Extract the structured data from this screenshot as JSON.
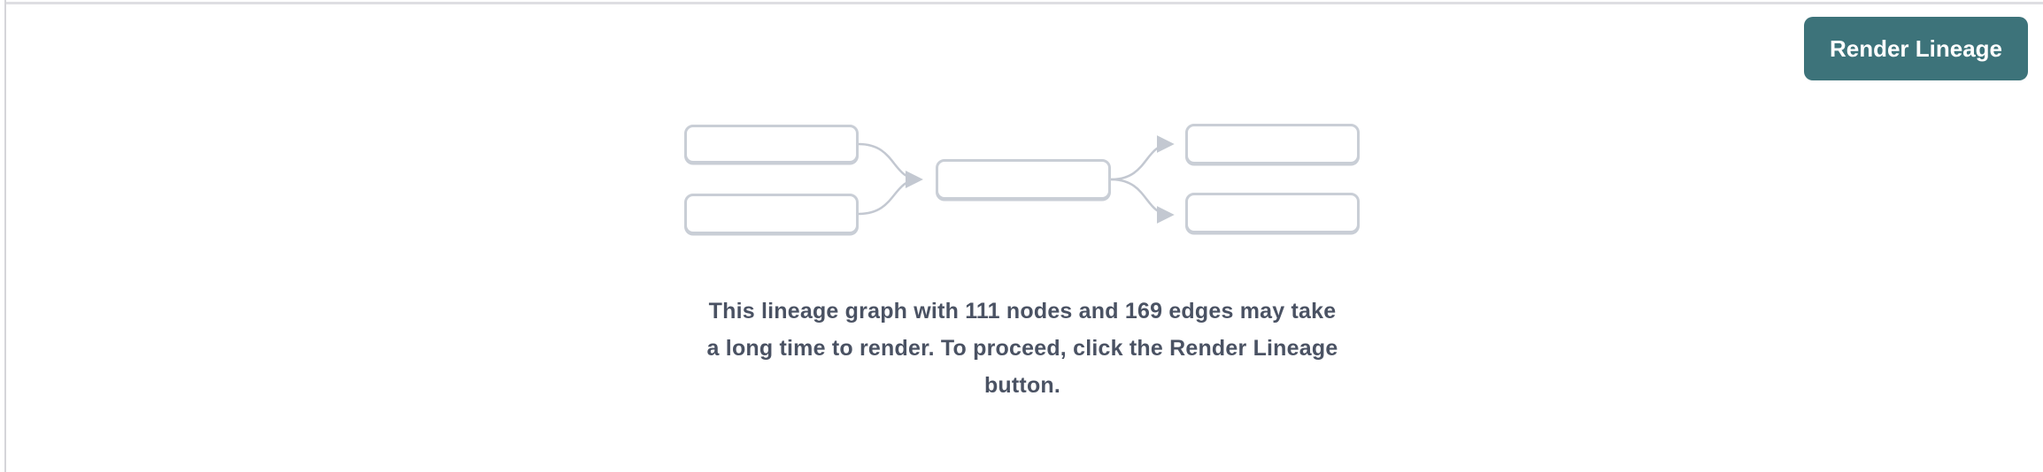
{
  "header": {
    "render_button_label": "Render Lineage"
  },
  "message": {
    "full_text": "This lineage graph with 111 nodes and 169 edges may take a long time to render. To proceed, click the Render Lineage button.",
    "lines": [
      "This lineage graph with 111 nodes and 169 edges may take",
      "a long time to render. To proceed, click the Render Lineage",
      "button."
    ],
    "node_count": "111",
    "edge_count": "169"
  },
  "diagram": {
    "type": "placeholder-lineage-graph",
    "placeholder_node_count": 5,
    "placeholder_edge_count": 4
  },
  "colors": {
    "accent_teal": "#3d737a",
    "button_text": "#ffffff",
    "node_border": "#c9ced6",
    "edge_stroke": "#c3c8d1",
    "message_text": "#4a5263",
    "frame_border": "#dedee2"
  }
}
